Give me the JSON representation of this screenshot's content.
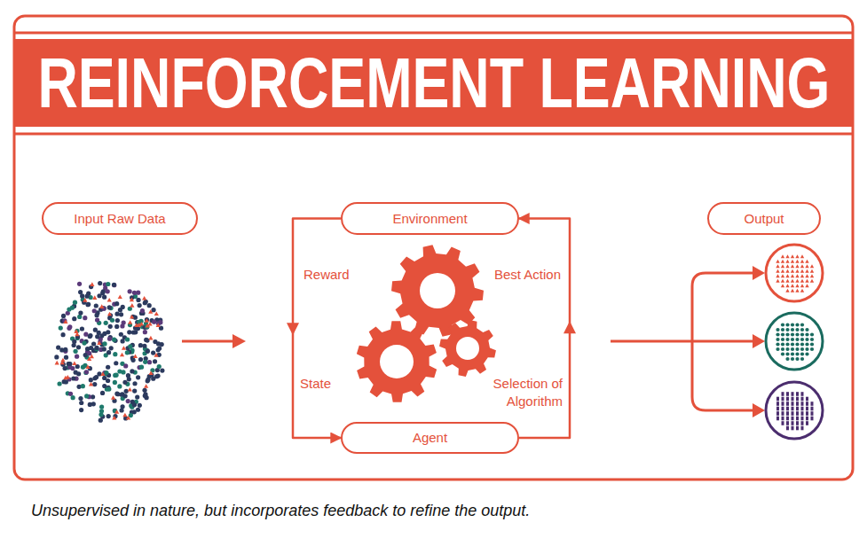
{
  "diagram": {
    "title": "REINFORCEMENT LEARNING",
    "caption": "Unsupervised in nature, but incorporates feedback to refine the output.",
    "nodes": [
      {
        "text": [
          "Input Raw Data"
        ]
      },
      {
        "text": [
          "Environment"
        ]
      },
      {
        "text": [
          "Output"
        ]
      },
      {
        "text": [
          "Agent"
        ]
      }
    ],
    "edges": [
      {
        "from": 1,
        "to": 3,
        "arrow": "to"
      },
      {
        "from": 3,
        "to": 1,
        "arrow": "to"
      }
    ],
    "labels": [
      "Reward",
      "Best Action",
      "State",
      "Selection of Algorithm"
    ]
  }
}
